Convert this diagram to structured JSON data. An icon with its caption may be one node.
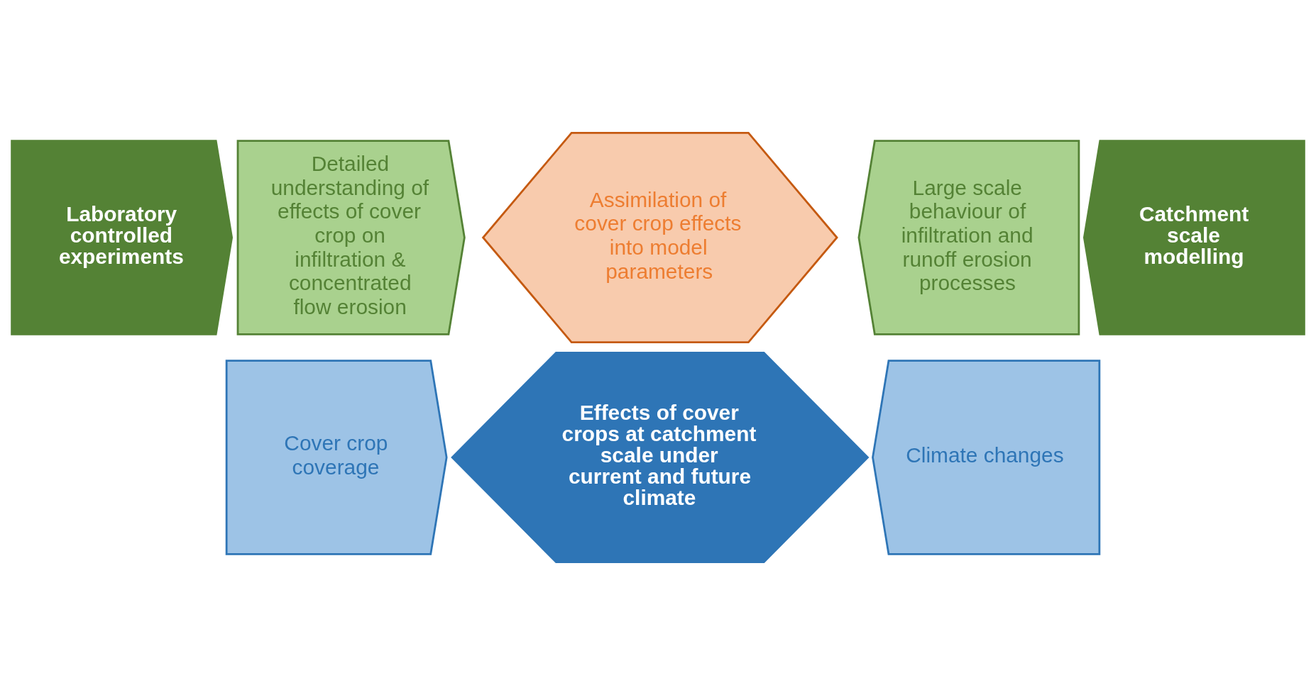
{
  "diagram": {
    "nodes": [
      {
        "text": [
          "Laboratory controlled experiments"
        ]
      },
      {
        "text": [
          "Detailed understanding of effects of cover crop on infiltration & concentrated flow erosion"
        ]
      },
      {
        "text": [
          "Assimilation of cover crop effects into model parameters"
        ]
      },
      {
        "text": [
          "Large scale behaviour of infiltration and runoff erosion processes"
        ]
      },
      {
        "text": [
          "Catchment scale modelling"
        ]
      },
      {
        "text": [
          "Cover crop coverage"
        ]
      },
      {
        "text": [
          "Effects of cover crops at catchment scale under current and future climate"
        ]
      },
      {
        "text": [
          "Climate changes"
        ]
      }
    ]
  }
}
